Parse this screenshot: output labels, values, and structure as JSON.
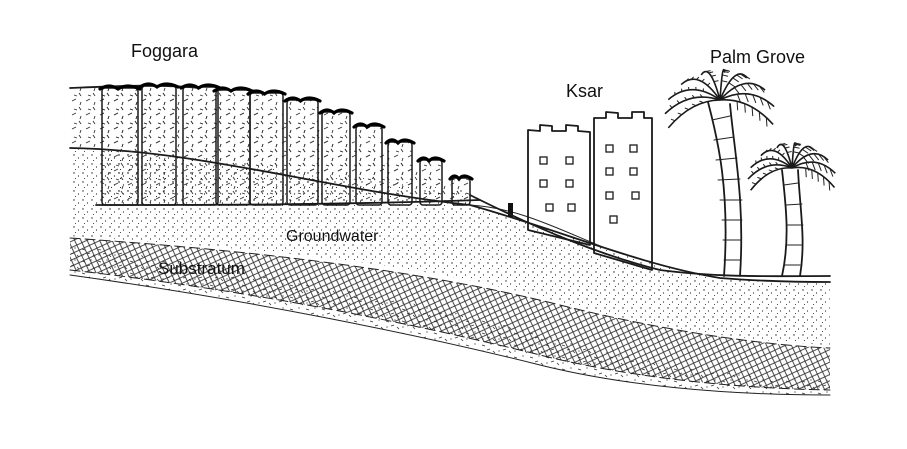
{
  "labels": {
    "foggara": "Foggara",
    "ksar": "Ksar",
    "palm_grove": "Palm Grove",
    "groundwater": "Groundwater",
    "substratum": "Substratum"
  },
  "colors": {
    "ink": "#1a1a1a",
    "background": "#ffffff"
  }
}
